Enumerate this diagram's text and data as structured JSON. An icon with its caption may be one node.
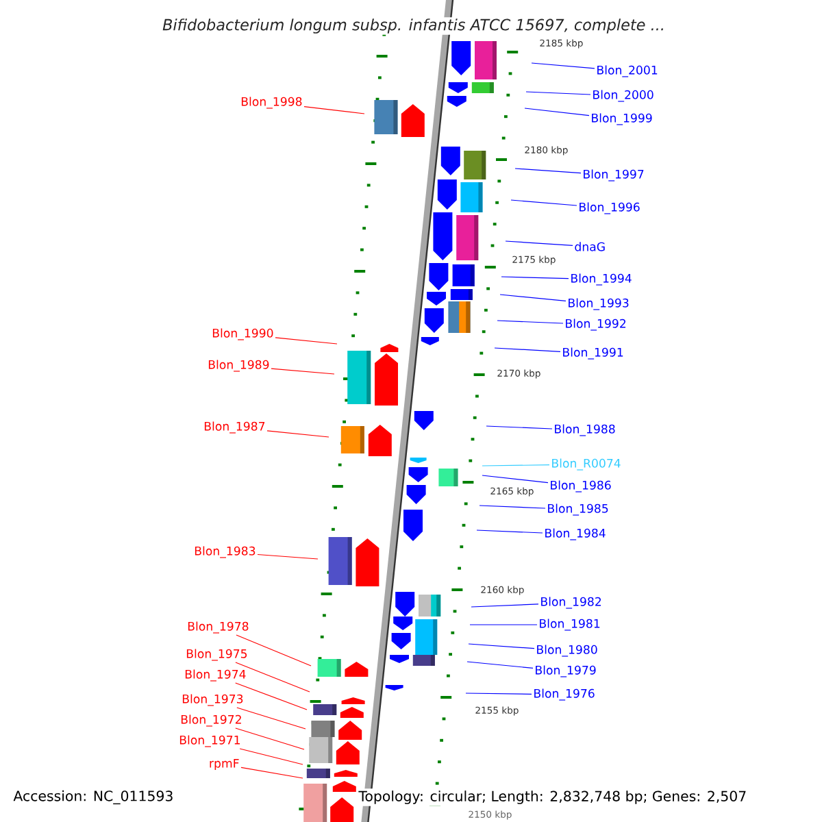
{
  "diagram": {
    "title": "Bifidobacterium longum subsp. infantis ATCC 15697, complete ...",
    "nodes": [
      {
        "text": [
          "Blon_2001"
        ]
      },
      {
        "text": [
          "Blon_2000"
        ]
      },
      {
        "text": [
          "Blon_1998"
        ]
      },
      {
        "text": [
          "Blon_1999"
        ]
      },
      {
        "text": [
          "Blon_1997"
        ]
      },
      {
        "text": [
          "Blon_1996"
        ]
      },
      {
        "text": [
          "dnaG"
        ]
      },
      {
        "text": [
          "Blon_1994"
        ]
      },
      {
        "text": [
          "Blon_1993"
        ]
      },
      {
        "text": [
          "Blon_1992"
        ]
      },
      {
        "text": [
          "Blon_1990"
        ]
      },
      {
        "text": [
          "Blon_1991"
        ]
      },
      {
        "text": [
          "Blon_1989"
        ]
      },
      {
        "text": [
          "Blon_1987"
        ]
      },
      {
        "text": [
          "Blon_1988"
        ]
      },
      {
        "text": [
          "Blon_R0074"
        ]
      },
      {
        "text": [
          "Blon_1986"
        ]
      },
      {
        "text": [
          "Blon_1985"
        ]
      },
      {
        "text": [
          "Blon_1984"
        ]
      },
      {
        "text": [
          "Blon_1983"
        ]
      },
      {
        "text": [
          "Blon_1982"
        ]
      },
      {
        "text": [
          "Blon_1981"
        ]
      },
      {
        "text": [
          "Blon_1978"
        ]
      },
      {
        "text": [
          "Blon_1980"
        ]
      },
      {
        "text": [
          "Blon_1979"
        ]
      },
      {
        "text": [
          "Blon_1975"
        ]
      },
      {
        "text": [
          "Blon_1974"
        ]
      },
      {
        "text": [
          "Blon_1976"
        ]
      },
      {
        "text": [
          "Blon_1973"
        ]
      },
      {
        "text": [
          "Blon_1972"
        ]
      },
      {
        "text": [
          "Blon_1971"
        ]
      },
      {
        "text": [
          "rpmF"
        ]
      }
    ],
    "edges": [
      {
        "from": 0,
        "to": null,
        "arrow": "none",
        "color": "#0000ff"
      },
      {
        "from": 1,
        "to": null,
        "arrow": "none",
        "color": "#0000ff"
      },
      {
        "from": 2,
        "to": null,
        "arrow": "none",
        "color": "#ff0000"
      },
      {
        "from": 3,
        "to": null,
        "arrow": "none",
        "color": "#0000ff"
      },
      {
        "from": 4,
        "to": null,
        "arrow": "none",
        "color": "#0000ff"
      },
      {
        "from": 5,
        "to": null,
        "arrow": "none",
        "color": "#0000ff"
      },
      {
        "from": 6,
        "to": null,
        "arrow": "none",
        "color": "#0000ff"
      },
      {
        "from": 7,
        "to": null,
        "arrow": "none",
        "color": "#0000ff"
      },
      {
        "from": 8,
        "to": null,
        "arrow": "none",
        "color": "#0000ff"
      },
      {
        "from": 9,
        "to": null,
        "arrow": "none",
        "color": "#0000ff"
      },
      {
        "from": 10,
        "to": null,
        "arrow": "none",
        "color": "#ff0000"
      },
      {
        "from": 11,
        "to": null,
        "arrow": "none",
        "color": "#0000ff"
      },
      {
        "from": 12,
        "to": null,
        "arrow": "none",
        "color": "#ff0000"
      },
      {
        "from": 13,
        "to": null,
        "arrow": "none",
        "color": "#ff0000"
      },
      {
        "from": 14,
        "to": null,
        "arrow": "none",
        "color": "#0000ff"
      },
      {
        "from": 15,
        "to": null,
        "arrow": "none",
        "color": "#33ccff"
      },
      {
        "from": 16,
        "to": null,
        "arrow": "none",
        "color": "#0000ff"
      },
      {
        "from": 17,
        "to": null,
        "arrow": "none",
        "color": "#0000ff"
      },
      {
        "from": 18,
        "to": null,
        "arrow": "none",
        "color": "#0000ff"
      },
      {
        "from": 19,
        "to": null,
        "arrow": "none",
        "color": "#ff0000"
      },
      {
        "from": 20,
        "to": null,
        "arrow": "none",
        "color": "#0000ff"
      },
      {
        "from": 21,
        "to": null,
        "arrow": "none",
        "color": "#0000ff"
      },
      {
        "from": 22,
        "to": null,
        "arrow": "none",
        "color": "#ff0000"
      },
      {
        "from": 23,
        "to": null,
        "arrow": "none",
        "color": "#0000ff"
      },
      {
        "from": 24,
        "to": null,
        "arrow": "none",
        "color": "#0000ff"
      },
      {
        "from": 25,
        "to": null,
        "arrow": "none",
        "color": "#ff0000"
      },
      {
        "from": 26,
        "to": null,
        "arrow": "none",
        "color": "#ff0000"
      },
      {
        "from": 27,
        "to": null,
        "arrow": "none",
        "color": "#0000ff"
      },
      {
        "from": 28,
        "to": null,
        "arrow": "none",
        "color": "#ff0000"
      },
      {
        "from": 29,
        "to": null,
        "arrow": "none",
        "color": "#ff0000"
      },
      {
        "from": 30,
        "to": null,
        "arrow": "none",
        "color": "#ff0000"
      },
      {
        "from": 31,
        "to": null,
        "arrow": "none",
        "color": "#ff0000"
      }
    ],
    "labels": [
      "2185 kbp",
      "2180 kbp",
      "2175 kbp",
      "2170 kbp",
      "2165 kbp",
      "2160 kbp",
      "2155 kbp",
      "2150 kbp",
      "Accession: NC_011593",
      "Topology: circular; Length: 2,832,748 bp; Genes: 2,507"
    ]
  }
}
